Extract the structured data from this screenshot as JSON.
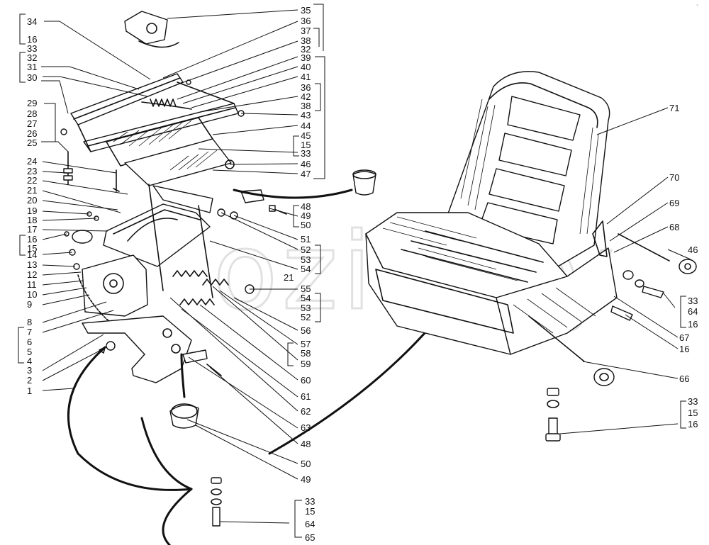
{
  "watermark": "ozik.by",
  "corner_mark": "-",
  "labels": {
    "l34": "34",
    "l16a": "16",
    "l33a": "33",
    "l32a": "32",
    "l31": "31",
    "l30": "30",
    "l29": "29",
    "l28": "28",
    "l27": "27",
    "l26": "26",
    "l25": "25",
    "l24": "24",
    "l23": "23",
    "l22": "22",
    "l21a": "21",
    "l20": "20",
    "l19": "19",
    "l18": "18",
    "l17": "17",
    "l16b": "16",
    "l15a": "15",
    "l14": "14",
    "l13": "13",
    "l12": "12",
    "l11": "11",
    "l10": "10",
    "l9": "9",
    "l8": "8",
    "l7": "7",
    "l6": "6",
    "l5": "5",
    "l4": "4",
    "l3": "3",
    "l2": "2",
    "l1": "1",
    "l35": "35",
    "l36a": "36",
    "l37": "37",
    "l38a": "38",
    "l32b": "32",
    "l39": "39",
    "l40": "40",
    "l41": "41",
    "l36b": "36",
    "l42": "42",
    "l38b": "38",
    "l43": "43",
    "l44": "44",
    "l45": "45",
    "l15b": "15",
    "l33b": "33",
    "l46a": "46",
    "l47": "47",
    "l48a": "48",
    "l49a": "49",
    "l50a": "50",
    "l51": "51",
    "l52a": "52",
    "l53a": "53",
    "l54a": "54",
    "l21b": "21",
    "l55": "55",
    "l54b": "54",
    "l53b": "53",
    "l52b": "52",
    "l56": "56",
    "l57": "57",
    "l58": "58",
    "l59": "59",
    "l60": "60",
    "l61": "61",
    "l62": "62",
    "l63": "63",
    "l48b": "48",
    "l50b": "50",
    "l49b": "49",
    "l33c": "33",
    "l15c": "15",
    "l64a": "64",
    "l65": "65",
    "l71": "71",
    "l70": "70",
    "l69": "69",
    "l68": "68",
    "l46b": "46",
    "l33d": "33",
    "l64b": "64",
    "l16c": "16",
    "l67": "67",
    "l16d": "16",
    "l66": "66",
    "l33e": "33",
    "l15d": "15",
    "l16e": "16"
  }
}
